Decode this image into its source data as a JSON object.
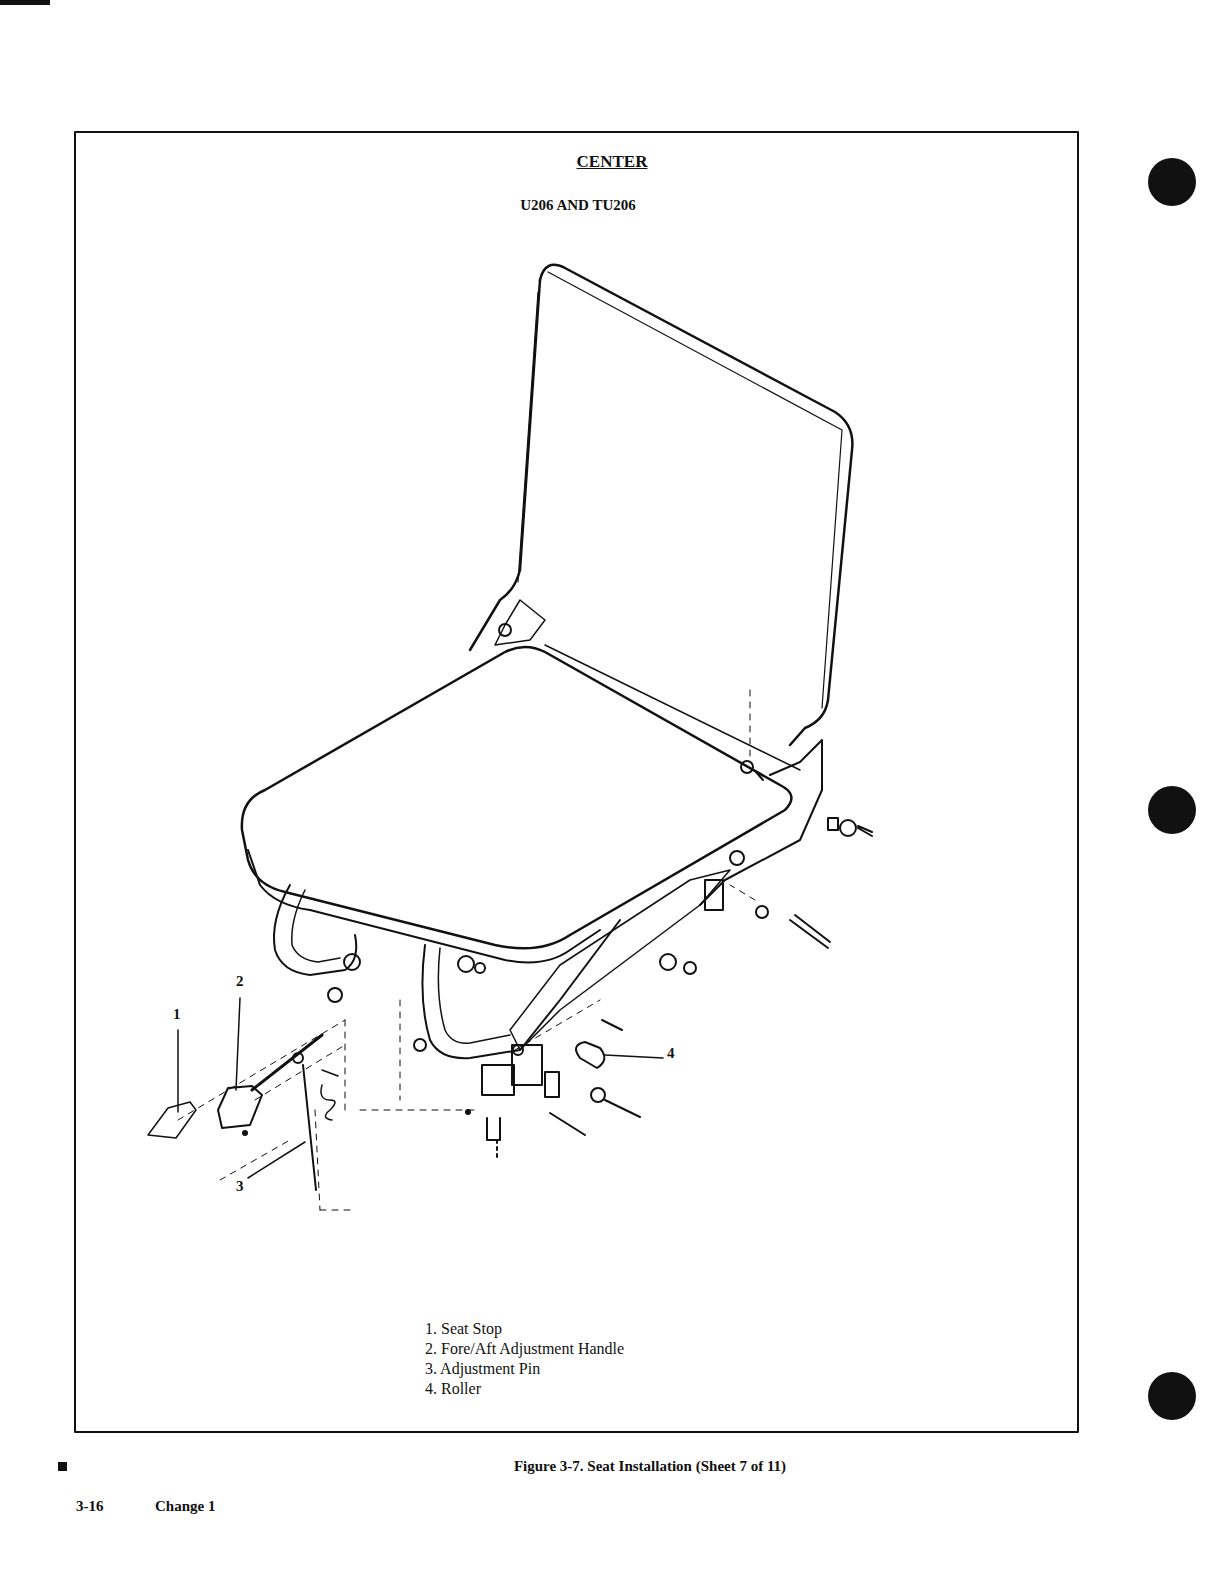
{
  "diagram": {
    "title": "CENTER",
    "caption": "Figure 3-7. Seat Installation (Sheet 7 of 11)",
    "labels": [
      "U206 AND TU206",
      "1",
      "2",
      "3",
      "4",
      "1. Seat Stop",
      "2. Fore/Aft Adjustment Handle",
      "3. Adjustment Pin",
      "4. Roller",
      "3-16",
      "Change 1"
    ]
  }
}
